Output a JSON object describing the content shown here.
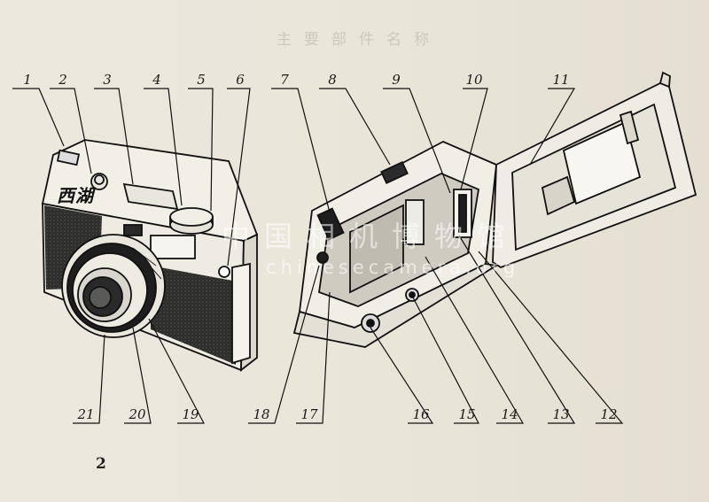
{
  "page": {
    "title": "主要部件名称",
    "page_number": "2"
  },
  "brand_logo_text": "西湖",
  "watermark": {
    "site_name": "中国相机博物馆",
    "url": "chinesecamera.org"
  },
  "callouts": [
    "1",
    "2",
    "3",
    "4",
    "5",
    "6",
    "7",
    "8",
    "9",
    "10",
    "11",
    "12",
    "13",
    "14",
    "15",
    "16",
    "17",
    "18",
    "19",
    "20",
    "21"
  ],
  "colors": {
    "paper": "#ebe7dc",
    "ink": "#1b1b1b",
    "leatherette": "#2a2a28"
  }
}
